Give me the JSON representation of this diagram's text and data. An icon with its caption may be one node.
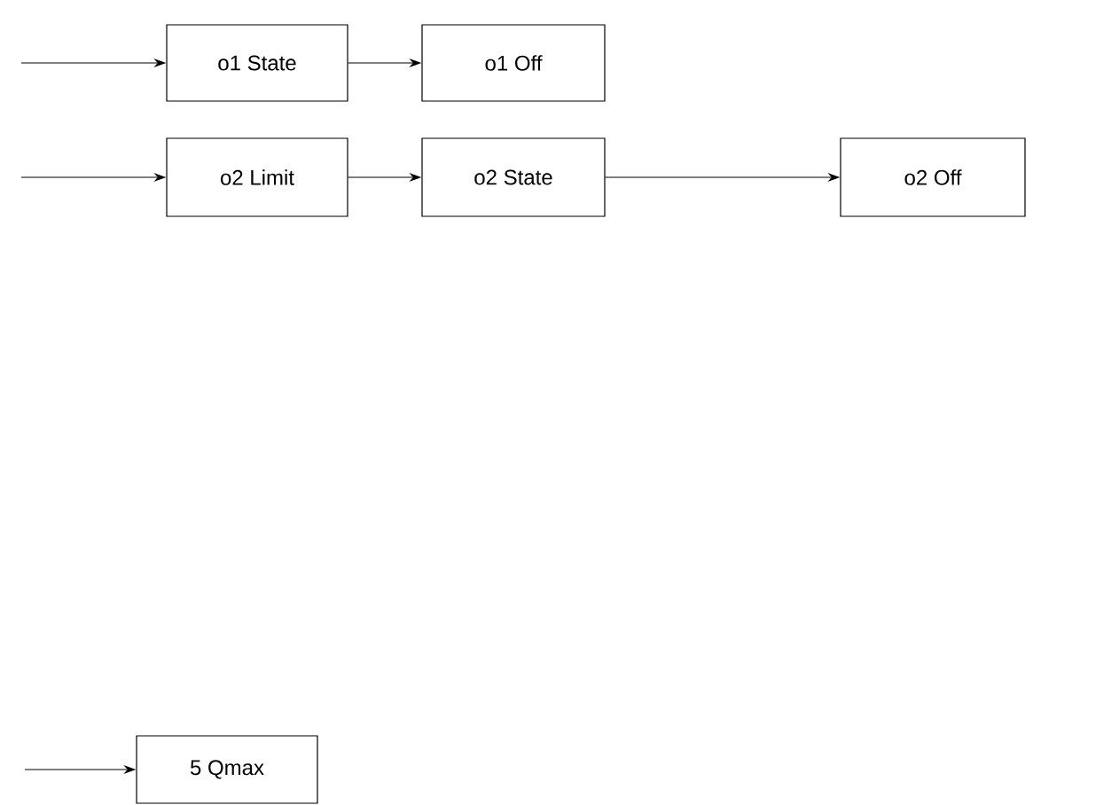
{
  "diagram": {
    "nodes": [
      {
        "text": [
          "o1 State"
        ]
      },
      {
        "text": [
          "o1 Off"
        ]
      },
      {
        "text": [
          "o2 Limit"
        ]
      },
      {
        "text": [
          "o2 State"
        ]
      },
      {
        "text": [
          "o2 Off"
        ]
      },
      {
        "text": [
          "5  Qmax"
        ]
      }
    ],
    "edges": [
      {
        "from": null,
        "to": 0,
        "arrow": "to"
      },
      {
        "from": 0,
        "to": 1,
        "arrow": "to"
      },
      {
        "from": null,
        "to": 2,
        "arrow": "to"
      },
      {
        "from": 2,
        "to": 3,
        "arrow": "to"
      },
      {
        "from": 3,
        "to": 4,
        "arrow": "to"
      },
      {
        "from": null,
        "to": 5,
        "arrow": "to"
      }
    ]
  }
}
